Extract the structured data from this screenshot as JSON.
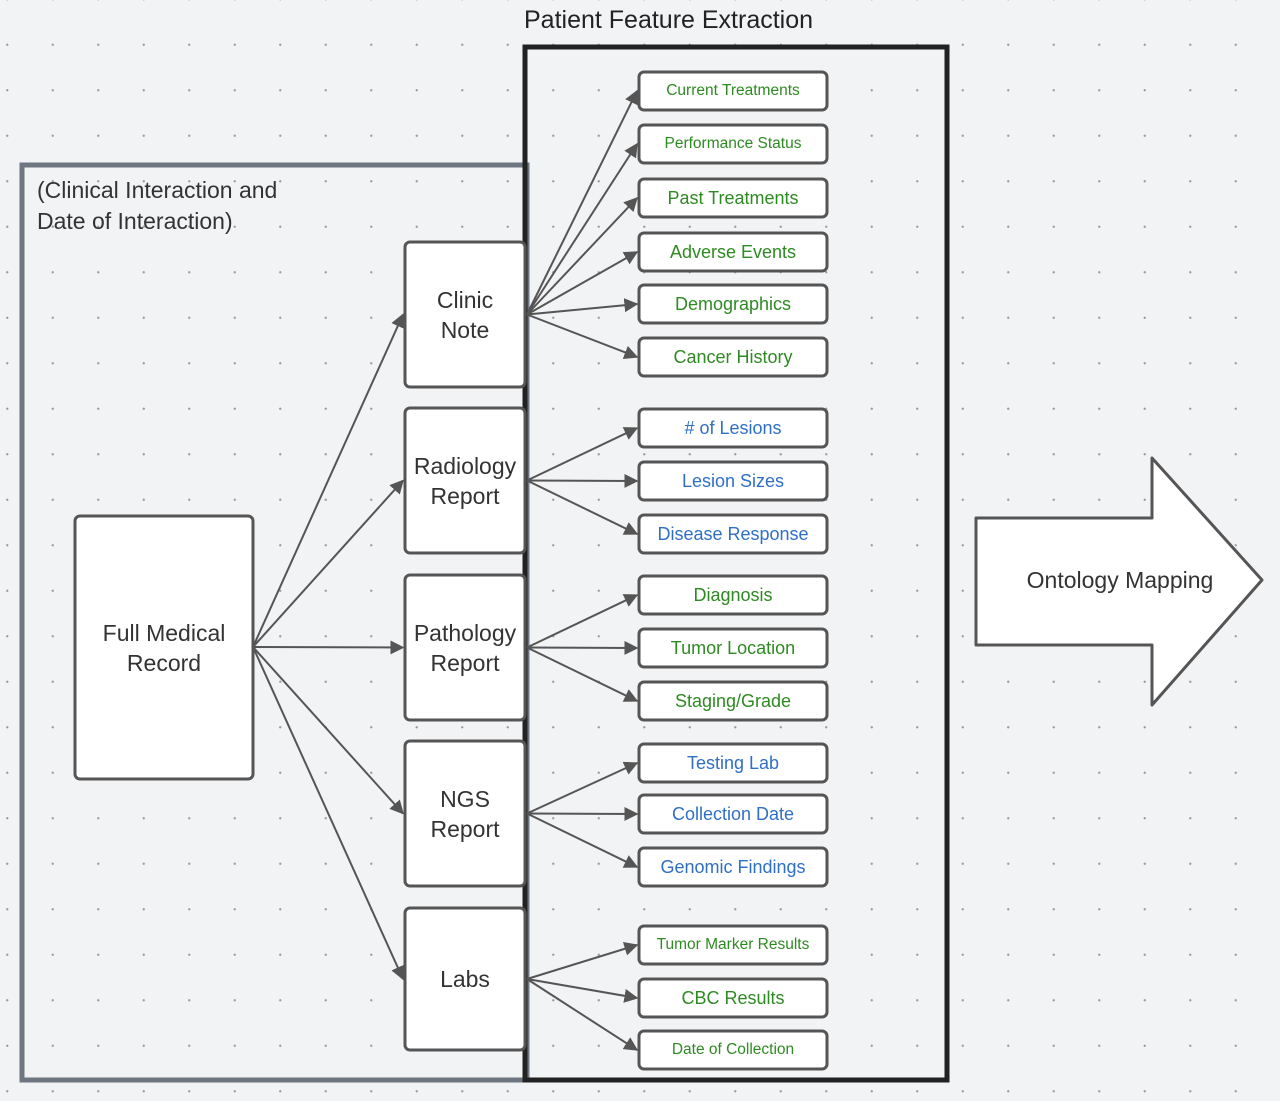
{
  "title": "Patient Feature Extraction",
  "context_label": "(Clinical Interaction and\nDate of Interaction)",
  "root": "Full Medical\nRecord",
  "output": "Ontology Mapping",
  "colors": {
    "green": "#2e8a22",
    "blue": "#2f6fc6",
    "context_border": "#6e7681",
    "frame_border": "#222222"
  },
  "sources": [
    {
      "label": "Clinic\nNote",
      "color": "green",
      "features": [
        "Current Treatments",
        "Performance Status",
        "Past Treatments",
        "Adverse Events",
        "Demographics",
        "Cancer History"
      ]
    },
    {
      "label": "Radiology\nReport",
      "color": "blue",
      "features": [
        "# of Lesions",
        "Lesion Sizes",
        "Disease Response"
      ]
    },
    {
      "label": "Pathology\nReport",
      "color": "green",
      "features": [
        "Diagnosis",
        "Tumor Location",
        "Staging/Grade"
      ]
    },
    {
      "label": "NGS\nReport",
      "color": "blue",
      "features": [
        "Testing Lab",
        "Collection Date",
        "Genomic Findings"
      ]
    },
    {
      "label": "Labs",
      "color": "green",
      "features": [
        "Tumor Marker Results",
        "CBC Results",
        "Date of Collection"
      ]
    }
  ]
}
